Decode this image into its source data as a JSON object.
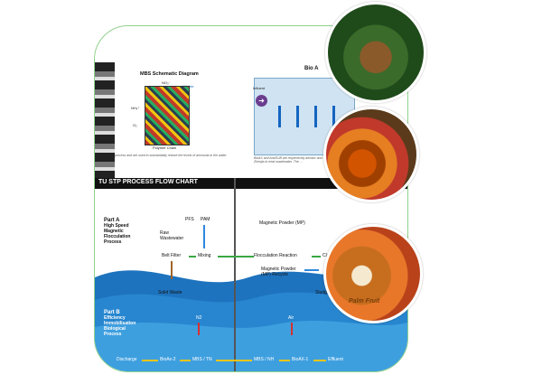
{
  "mbs": {
    "title": "MBS Schematic Diagram",
    "no3": "NO₃⁻",
    "nitrifier": "Nitrifier",
    "nh4": "NH₄⁺",
    "o2": "O₂",
    "polymer": "Polymer Chain",
    "caption": "process and are used to substantially reduce the levels of ammonia in the water."
  },
  "bio": {
    "title": "Bio A",
    "influent": "Influent",
    "caption": "BioAX and AnaSUB are respectively aerobic and ... Prof Zhang Zhenjia to treat wastewater. The ..."
  },
  "flowchart": {
    "title": "TU STP PROCESS FLOW CHART",
    "part_a": {
      "label_1": "Part A",
      "label_2": "High Speed",
      "label_3": "Magnetic",
      "label_4": "Flocculation",
      "label_5": "Process"
    },
    "part_b": {
      "label_1": "Part B",
      "label_2": "Efficiency",
      "label_3": "Immobilisation",
      "label_4": "Biological",
      "label_5": "Process"
    },
    "nodes": {
      "pfs": "PFS",
      "pam": "PAM",
      "raw_1": "Raw",
      "raw_2": "Wastewater",
      "belt_filter": "Belt Filter",
      "mixing": "Mixing",
      "solid_waste": "Solid Waste",
      "magnetic_powder_mp": "Magnetic Powder (MP)",
      "flocculation": "Flocculation Reaction",
      "clarifier": "Clarifier",
      "mp_recycle_1": "Magnetic Powder",
      "mp_recycle_2": "(MP) Recycle",
      "sludge": "Sludge",
      "n2": "N2",
      "air": "Air",
      "discharge": "Discharge",
      "bioax_2": "BioAx-2",
      "mbs_tn": "MBS / TN",
      "mbs_nh": "MBS / NH",
      "bioax_1": "BioAX-1",
      "effluent": "Effluent"
    }
  },
  "photos": {
    "palm_tree": "palm-tree-photo",
    "palm_bunch": "palm-fruit-bunch-photo",
    "palm_cut": "palm-fruit-cut-photo",
    "palm_label": "Palm Fruit"
  },
  "colors": {
    "frame_border": "#8fd18a",
    "arrow_green": "#3aa845",
    "arrow_blue": "#2e86de",
    "arrow_red": "#d63031",
    "arrow_yellow": "#f1c40f",
    "arrow_brown": "#a0642a",
    "wave_blue": "#1e73be"
  }
}
